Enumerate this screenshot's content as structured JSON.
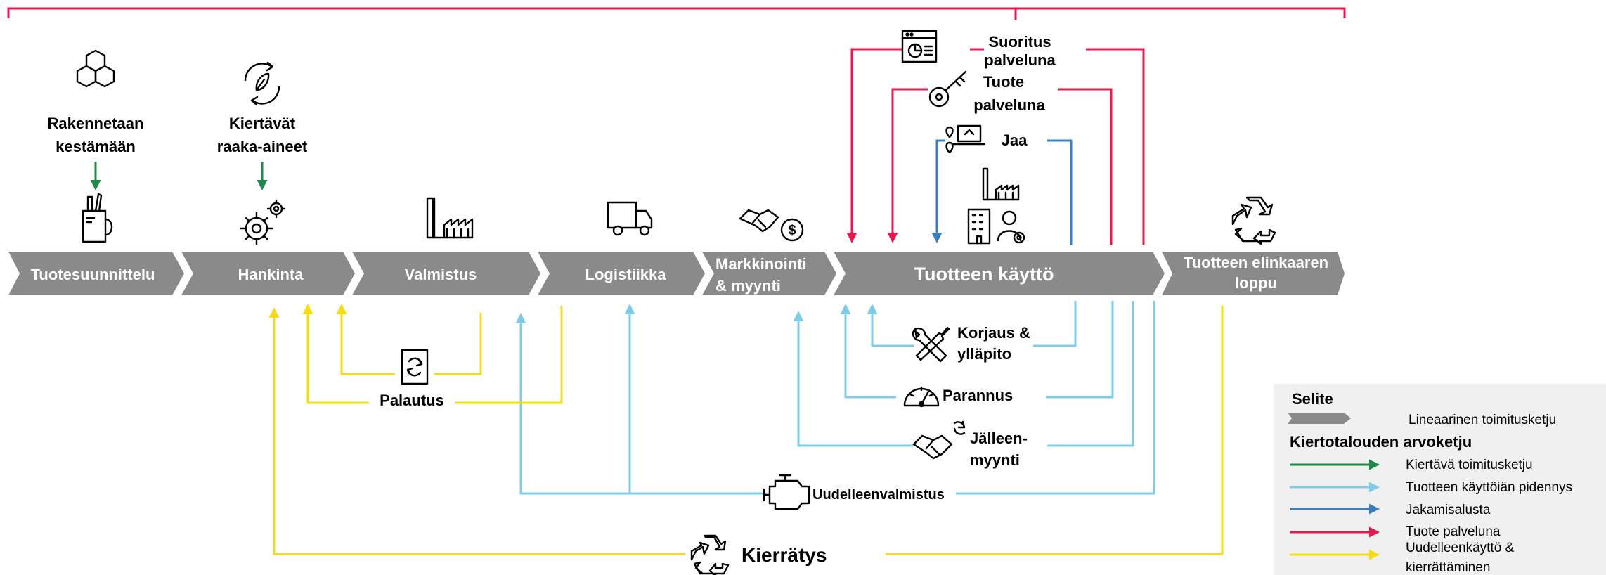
{
  "colors": {
    "chevron": "#8a8a8a",
    "circular_supply": "#1e8a4a",
    "extend_use": "#7fcce6",
    "sharing": "#3a7ec0",
    "product_as_service": "#e8174f",
    "reuse_recycle": "#f5dc14",
    "legend_bg": "#f0f0f0"
  },
  "chain": [
    {
      "id": "design",
      "label": "Tuotesuunnittelu"
    },
    {
      "id": "procurement",
      "label": "Hankinta"
    },
    {
      "id": "manufacturing",
      "label": "Valmistus"
    },
    {
      "id": "logistics",
      "label": "Logistiikka"
    },
    {
      "id": "marketing",
      "label_lines": [
        "Markkinointi",
        "& myynti"
      ]
    },
    {
      "id": "use",
      "label": "Tuotteen käyttö"
    },
    {
      "id": "eol",
      "label_lines": [
        "Tuotteen elinkaaren",
        "loppu"
      ]
    }
  ],
  "top_labels": {
    "build_to_last": [
      "Rakennetaan",
      "kestämään"
    ],
    "circular_materials": [
      "Kiertävät",
      "raaka-aineet"
    ],
    "performance_service": [
      "Suoritus",
      "palveluna"
    ],
    "product_service": [
      "Tuote",
      "palveluna"
    ],
    "share": "Jaa"
  },
  "loop_labels": {
    "return": "Palautus",
    "repair": [
      "Korjaus &",
      "ylläpito"
    ],
    "upgrade": "Parannus",
    "resale": [
      "Jälleen-",
      "myynti"
    ],
    "remanufacturing": "Uudelleenvalmistus",
    "recycling": "Kierrätys"
  },
  "icons": [
    "hexagons-icon",
    "recycle-leaf-icon",
    "design-tools-icon",
    "gears-icon",
    "factory-icon",
    "truck-icon",
    "handshake-dollar-icon",
    "service-chart-icon",
    "key-icon",
    "laptop-location-icon",
    "building-person-icon",
    "recycle-icon",
    "refresh-icon",
    "tools-icon",
    "gauge-icon",
    "handshake-icon",
    "engine-icon"
  ],
  "legend": {
    "title": "Selite",
    "linear_label": "Lineaarinen toimitusketju",
    "circular_title": "Kiertotalouden arvoketju",
    "items": [
      {
        "label": "Kiertävä toimitusketju",
        "color": "#1e8a4a"
      },
      {
        "label": "Tuotteen käyttöiän pidennys",
        "color": "#7fcce6"
      },
      {
        "label": "Jakamisalusta",
        "color": "#3a7ec0"
      },
      {
        "label": "Tuote palveluna",
        "color": "#e8174f"
      },
      {
        "label_lines": [
          "Uudelleenkäyttö &",
          "kierrättäminen"
        ],
        "color": "#f5dc14"
      }
    ]
  }
}
